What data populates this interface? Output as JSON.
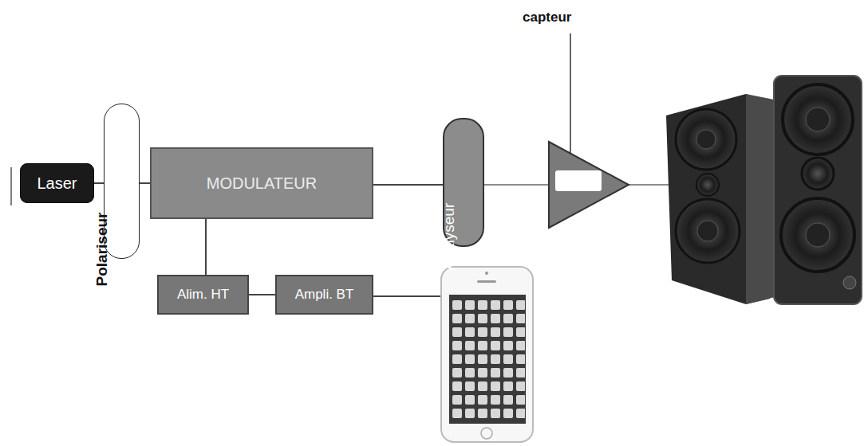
{
  "diagram": {
    "nodes": [
      {
        "text": [
          "Laser"
        ]
      },
      {
        "text": [
          "Polariseur"
        ]
      },
      {
        "text": [
          "MODULATEUR"
        ]
      },
      {
        "text": [
          "Analyseur"
        ]
      },
      {
        "text": [
          "Alim. HT"
        ]
      },
      {
        "text": [
          "Ampli. BT"
        ]
      }
    ],
    "edges": [
      {
        "from": 0,
        "to": 1,
        "arrow": "none"
      },
      {
        "from": 1,
        "to": 2,
        "arrow": "none"
      },
      {
        "from": 2,
        "to": 3,
        "arrow": "none"
      },
      {
        "from": 2,
        "to": 4,
        "arrow": "none"
      },
      {
        "from": 4,
        "to": 5,
        "arrow": "none"
      }
    ],
    "labels": [
      "capteur"
    ]
  }
}
